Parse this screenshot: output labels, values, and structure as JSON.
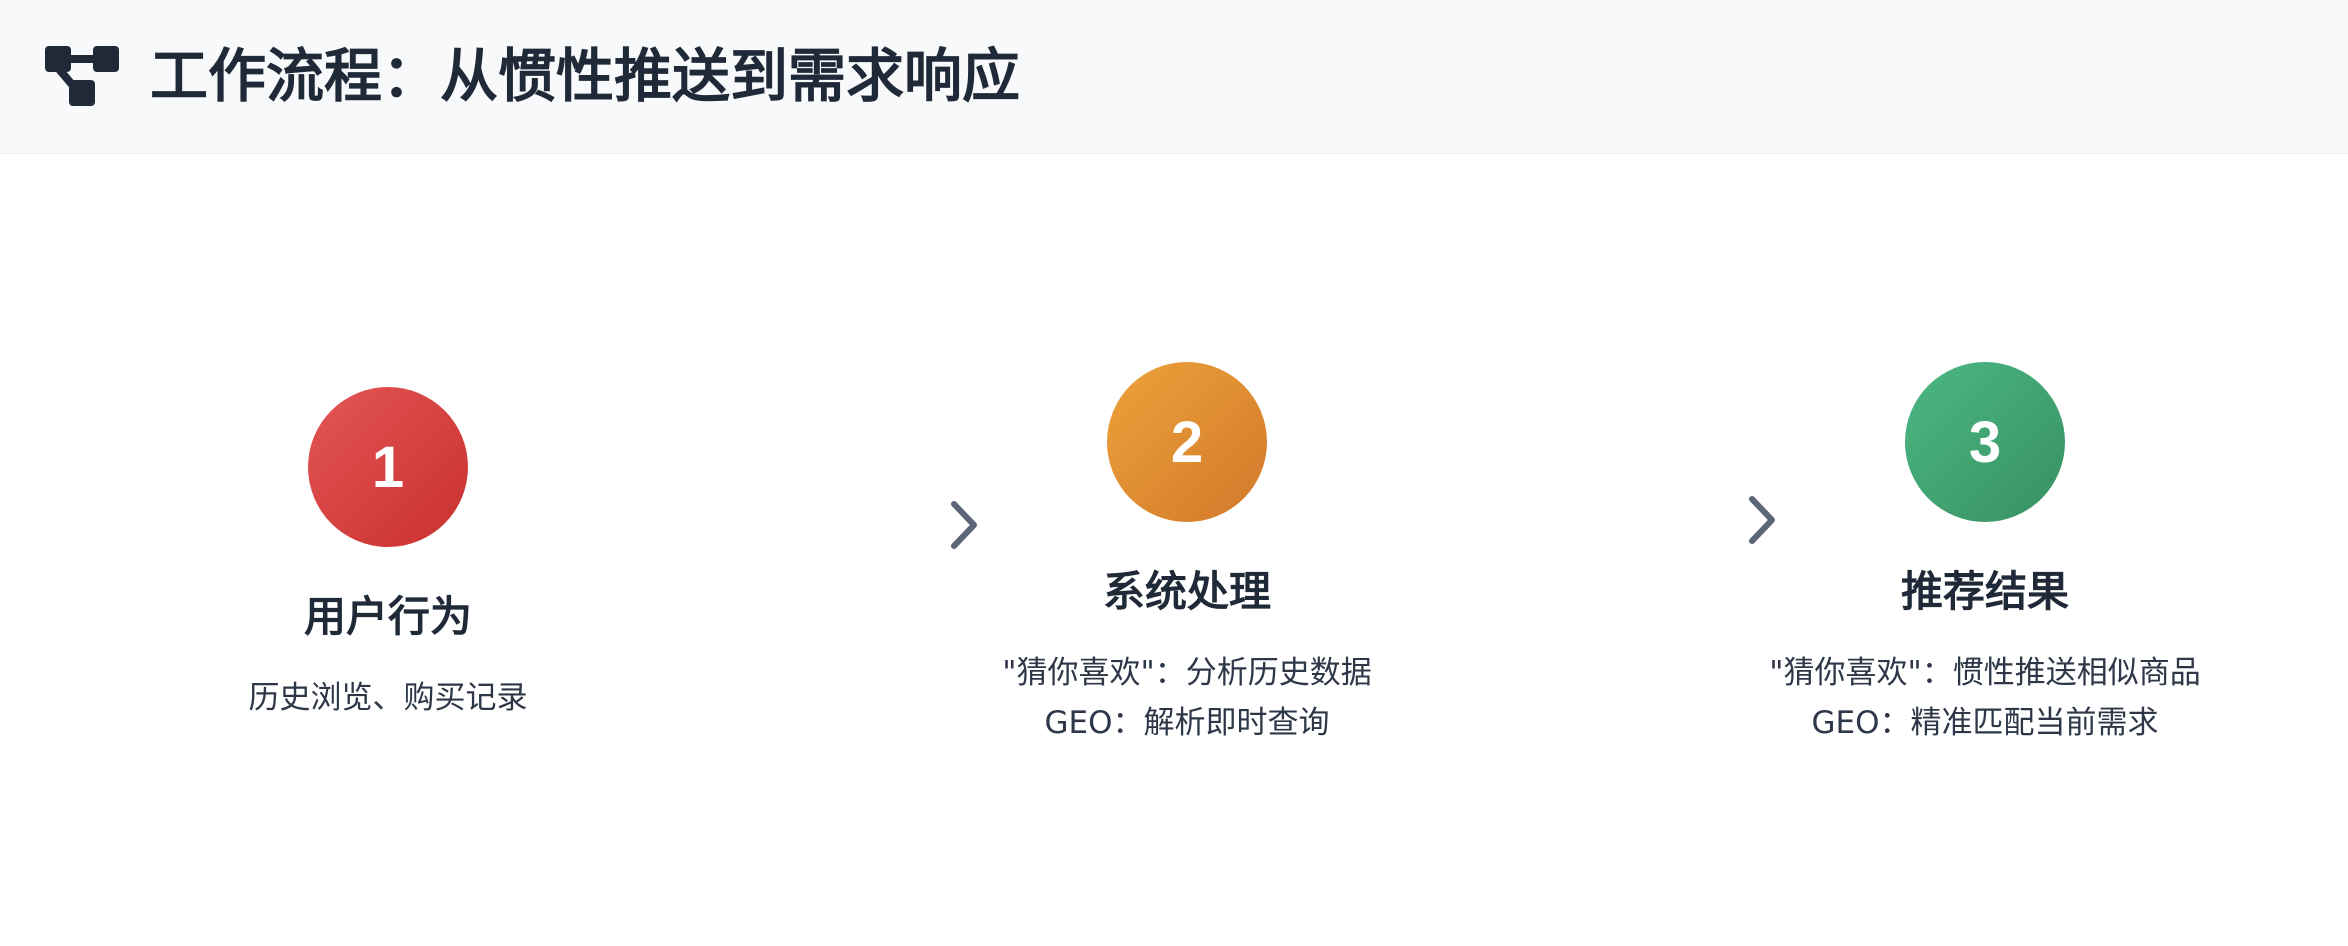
{
  "header": {
    "title": "工作流程：从惯性推送到需求响应",
    "icon": "workflow-icon"
  },
  "steps": [
    {
      "number": "1",
      "title": "用户行为",
      "desc": [
        "历史浏览、购买记录"
      ],
      "color": "#d9413f"
    },
    {
      "number": "2",
      "title": "系统处理",
      "desc": [
        "\"猜你喜欢\"：分析历史数据",
        "GEO：解析即时查询"
      ],
      "color": "#e08e32"
    },
    {
      "number": "3",
      "title": "推荐结果",
      "desc": [
        "\"猜你喜欢\"：惯性推送相似商品",
        "GEO：精准匹配当前需求"
      ],
      "color": "#43a472"
    }
  ],
  "arrows": [
    "arrow-right-icon",
    "arrow-right-icon"
  ]
}
